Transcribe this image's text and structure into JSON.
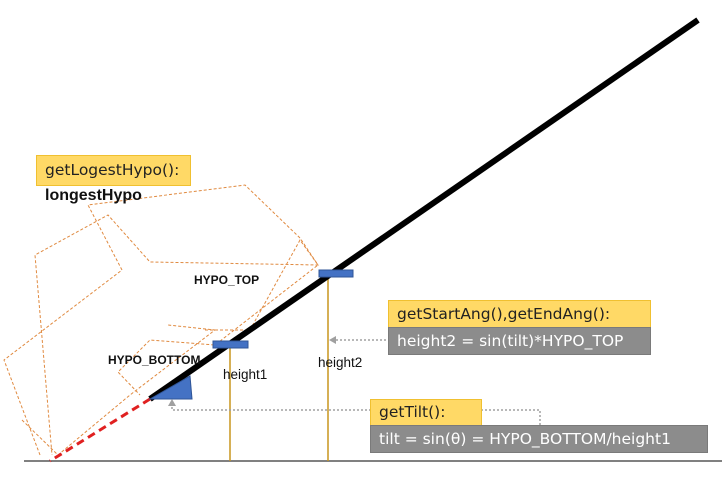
{
  "boxes": {
    "get_longest_hypo": "getLogestHypo():",
    "get_start_end_ang": "getStartAng(),getEndAng():",
    "height2_formula": "height2 = sin(tilt)*HYPO_TOP",
    "get_tilt": "getTilt():",
    "tilt_formula": "tilt = sin(θ) = HYPO_BOTTOM/height1"
  },
  "labels": {
    "longest_hypo": "longestHypo",
    "hypo_top": "HYPO_TOP",
    "hypo_bottom": "HYPO_BOTTOM",
    "height1": "height1",
    "height2": "height2"
  },
  "colors": {
    "main_line": "#000000",
    "extension_line": "#e02020",
    "marker": "#4472c4",
    "height_lines": "#c8961e",
    "bracket": "#e08a40",
    "connector": "#a0a0a0",
    "yellow_box": "#ffd966",
    "gray_box": "#8c8c8c"
  }
}
